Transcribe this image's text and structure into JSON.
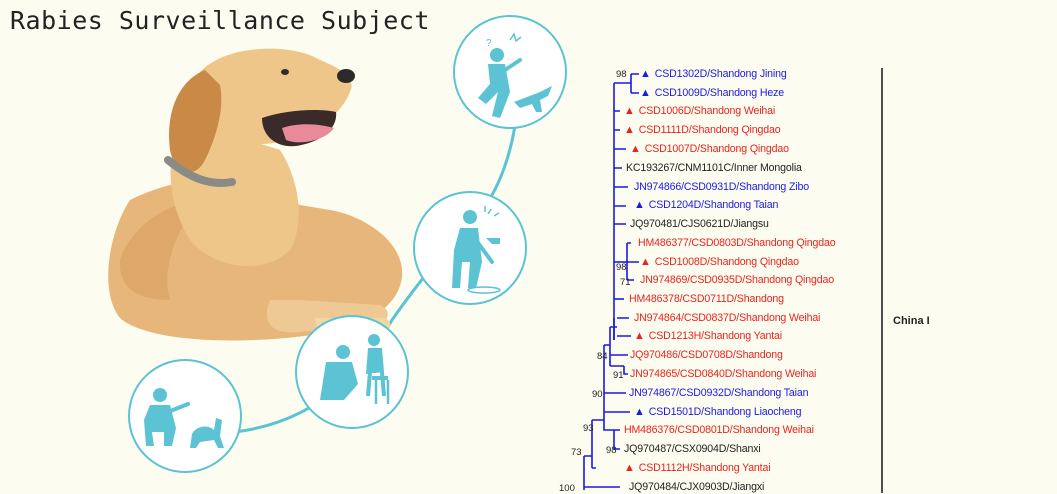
{
  "title": "Rabies Surveillance Subject",
  "colors": {
    "red": "#e8241d",
    "blue": "#1a1ae6",
    "black": "#222222",
    "teal": "#5bc3d4"
  },
  "icons": [
    {
      "name": "dog-bite-icon"
    },
    {
      "name": "wound-washing-icon"
    },
    {
      "name": "doctor-treatment-icon"
    },
    {
      "name": "dog-vaccination-icon"
    }
  ],
  "tree": {
    "clade_label": "China I",
    "tips": [
      {
        "label": "CSD1302D/Shandong Jining",
        "color": "blue",
        "marker": true
      },
      {
        "label": "CSD1009D/Shandong Heze",
        "color": "blue",
        "marker": true
      },
      {
        "label": "CSD1006D/Shandong Weihai",
        "color": "red",
        "marker": true
      },
      {
        "label": "CSD1111D/Shandong Qingdao",
        "color": "red",
        "marker": true
      },
      {
        "label": "CSD1007D/Shandong Qingdao",
        "color": "red",
        "marker": true
      },
      {
        "label": "KC193267/CNM1101C/Inner Mongolia",
        "color": "black",
        "marker": false
      },
      {
        "label": "JN974866/CSD0931D/Shandong Zibo",
        "color": "blue",
        "marker": false
      },
      {
        "label": "CSD1204D/Shandong Taian",
        "color": "blue",
        "marker": true
      },
      {
        "label": "JQ970481/CJS0621D/Jiangsu",
        "color": "black",
        "marker": false
      },
      {
        "label": "HM486377/CSD0803D/Shandong Qingdao",
        "color": "red",
        "marker": false
      },
      {
        "label": "CSD1008D/Shandong Qingdao",
        "color": "red",
        "marker": true
      },
      {
        "label": "JN974869/CSD0935D/Shandong Qingdao",
        "color": "red",
        "marker": false
      },
      {
        "label": "HM486378/CSD0711D/Shandong",
        "color": "red",
        "marker": false
      },
      {
        "label": "JN974864/CSD0837D/Shandong Weihai",
        "color": "red",
        "marker": false
      },
      {
        "label": "CSD1213H/Shandong Yantai",
        "color": "red",
        "marker": true
      },
      {
        "label": "JQ970486/CSD0708D/Shandong",
        "color": "red",
        "marker": false
      },
      {
        "label": "JN974865/CSD0840D/Shandong Weihai",
        "color": "red",
        "marker": false
      },
      {
        "label": "JN974867/CSD0932D/Shandong Taian",
        "color": "blue",
        "marker": false
      },
      {
        "label": "CSD1501D/Shandong Liaocheng",
        "color": "blue",
        "marker": true
      },
      {
        "label": "HM486376/CSD0801D/Shandong Weihai",
        "color": "red",
        "marker": false
      },
      {
        "label": "JQ970487/CSX0904D/Shanxi",
        "color": "black",
        "marker": false
      },
      {
        "label": "CSD1112H/Shandong Yantai",
        "color": "red",
        "marker": true
      },
      {
        "label": "JQ970484/CJX0903D/Jiangxi",
        "color": "black",
        "marker": false
      }
    ],
    "bootstrap": [
      "98",
      "98",
      "71",
      "84",
      "91",
      "90",
      "93",
      "98",
      "73",
      "100"
    ]
  }
}
